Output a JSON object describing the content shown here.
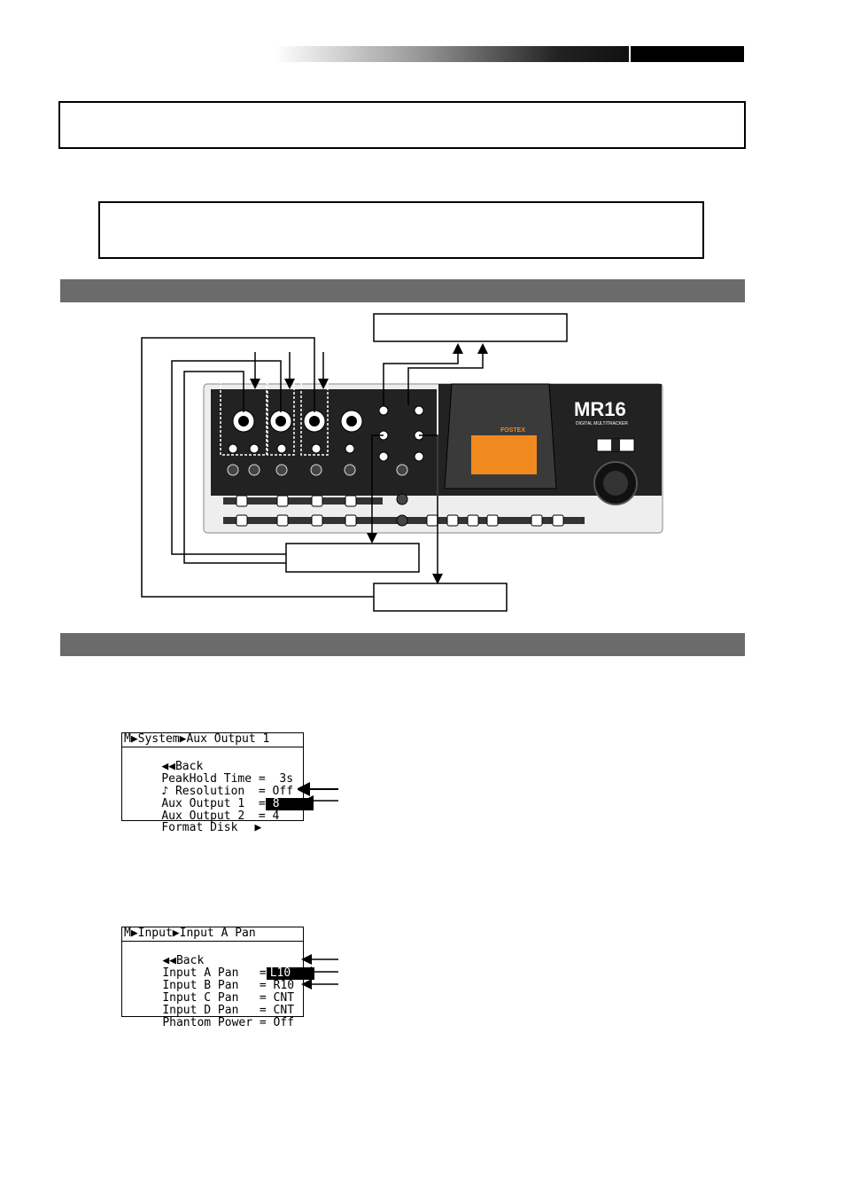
{
  "screen1": {
    "title": "M▶System▶Aux Output 1",
    "rows": [
      {
        "label": "◀◀Back",
        "value": ""
      },
      {
        "label": "PeakHold Time =",
        "value": " 3s"
      },
      {
        "label": "♪ Resolution  =",
        "value": "Off"
      },
      {
        "label": "Aux Output 1  =",
        "value": "8"
      },
      {
        "label": "Aux Output 2  =",
        "value": "4"
      },
      {
        "label": "Format Disk",
        "value": "▶"
      }
    ]
  },
  "screen2": {
    "title": "M▶Input▶Input A Pan",
    "rows": [
      {
        "label": "◀◀Back",
        "value": ""
      },
      {
        "label": "Input A Pan   =",
        "value": "L10"
      },
      {
        "label": "Input B Pan   =",
        "value": "R10"
      },
      {
        "label": "Input C Pan   =",
        "value": "CNT"
      },
      {
        "label": "Input D Pan   =",
        "value": "CNT"
      },
      {
        "label": "Phantom Power =",
        "value": "Off"
      }
    ]
  },
  "device": {
    "model": "MR16",
    "subtitle": "DIGITAL MULTITRACKER",
    "brand": "FOSTEX",
    "accent_color": "#f08a1e"
  }
}
